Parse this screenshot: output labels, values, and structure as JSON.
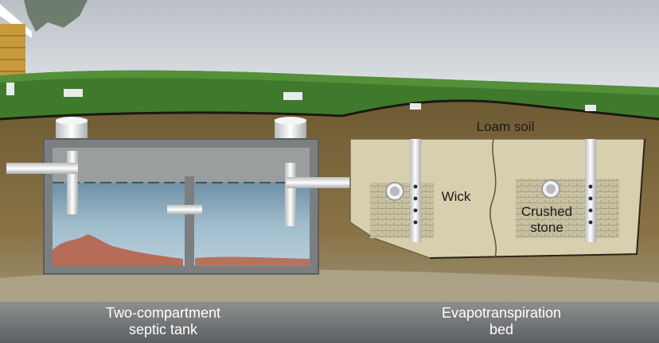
{
  "labels": {
    "loam_soil": "Loam soil",
    "wick": "Wick",
    "crushed_stone_line1": "Crushed",
    "crushed_stone_line2": "stone",
    "tank_line1": "Two-compartment",
    "tank_line2": "septic tank",
    "bed_line1": "Evapotranspiration",
    "bed_line2": "bed"
  },
  "colors": {
    "sky": "#dfe3e6",
    "grass": "#3f7a2c",
    "soil": "#6b5530",
    "water": "#8fb0c6",
    "sand": "#d8cfae",
    "pipe": "#eef0f0"
  }
}
